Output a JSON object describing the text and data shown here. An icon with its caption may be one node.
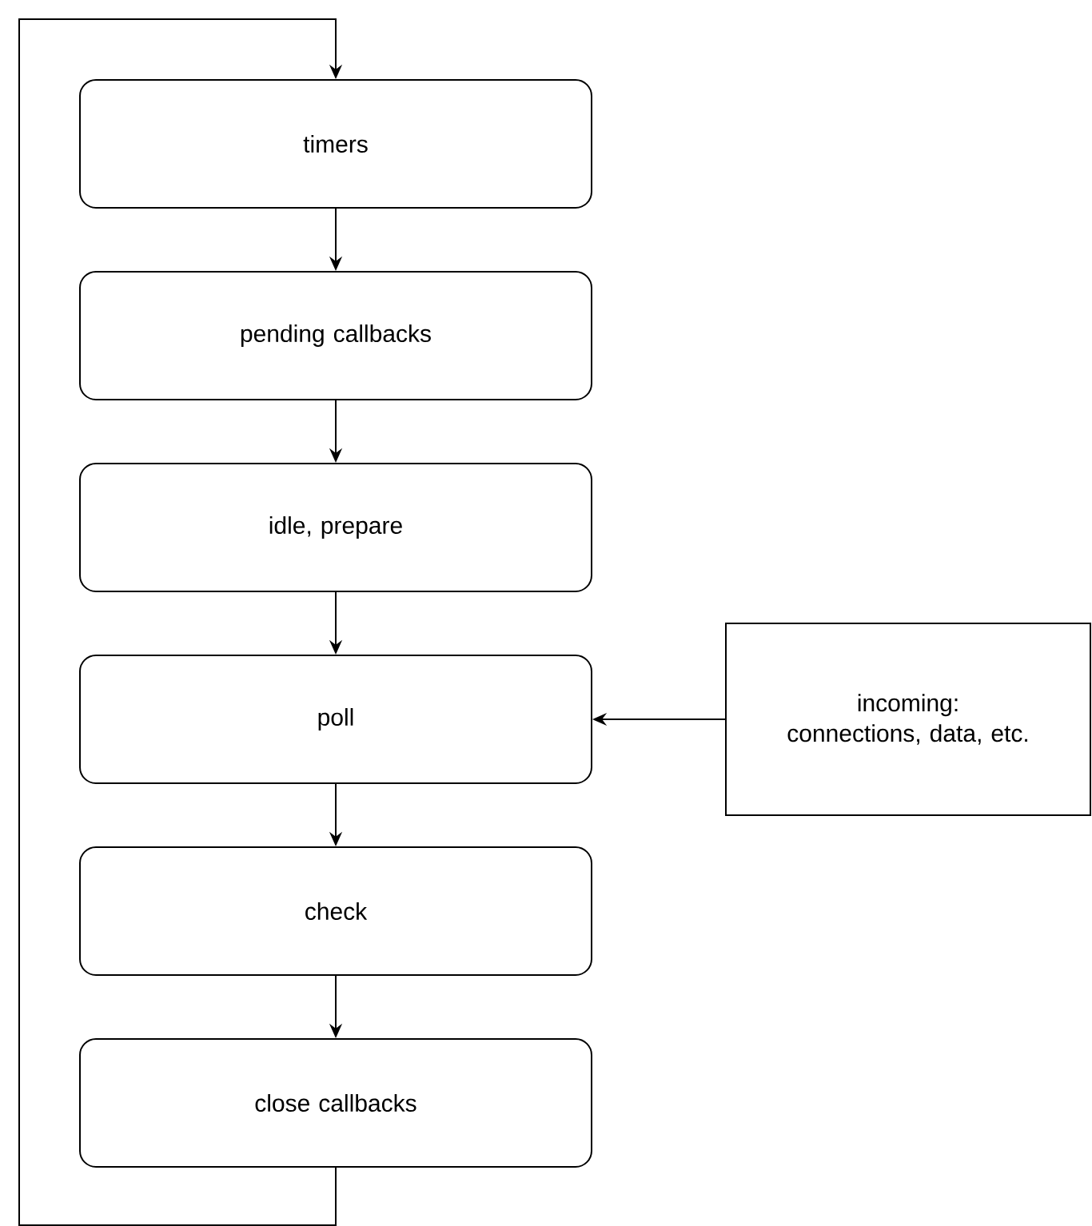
{
  "diagram": {
    "nodes": [
      {
        "text": [
          "timers"
        ]
      },
      {
        "text": [
          "pending callbacks"
        ]
      },
      {
        "text": [
          "idle, prepare"
        ]
      },
      {
        "text": [
          "poll"
        ]
      },
      {
        "text": [
          "check"
        ]
      },
      {
        "text": [
          "close callbacks"
        ]
      },
      {
        "text": [
          "incoming: connections, data, etc."
        ]
      }
    ],
    "edges": [
      {
        "from": 0,
        "to": 1,
        "arrow": "to"
      },
      {
        "from": 1,
        "to": 2,
        "arrow": "to"
      },
      {
        "from": 2,
        "to": 3,
        "arrow": "to"
      },
      {
        "from": 3,
        "to": 4,
        "arrow": "to"
      },
      {
        "from": 4,
        "to": 5,
        "arrow": "to"
      },
      {
        "from": 6,
        "to": 3,
        "arrow": "to"
      },
      {
        "from": 5,
        "to": 0,
        "arrow": "to"
      }
    ]
  }
}
